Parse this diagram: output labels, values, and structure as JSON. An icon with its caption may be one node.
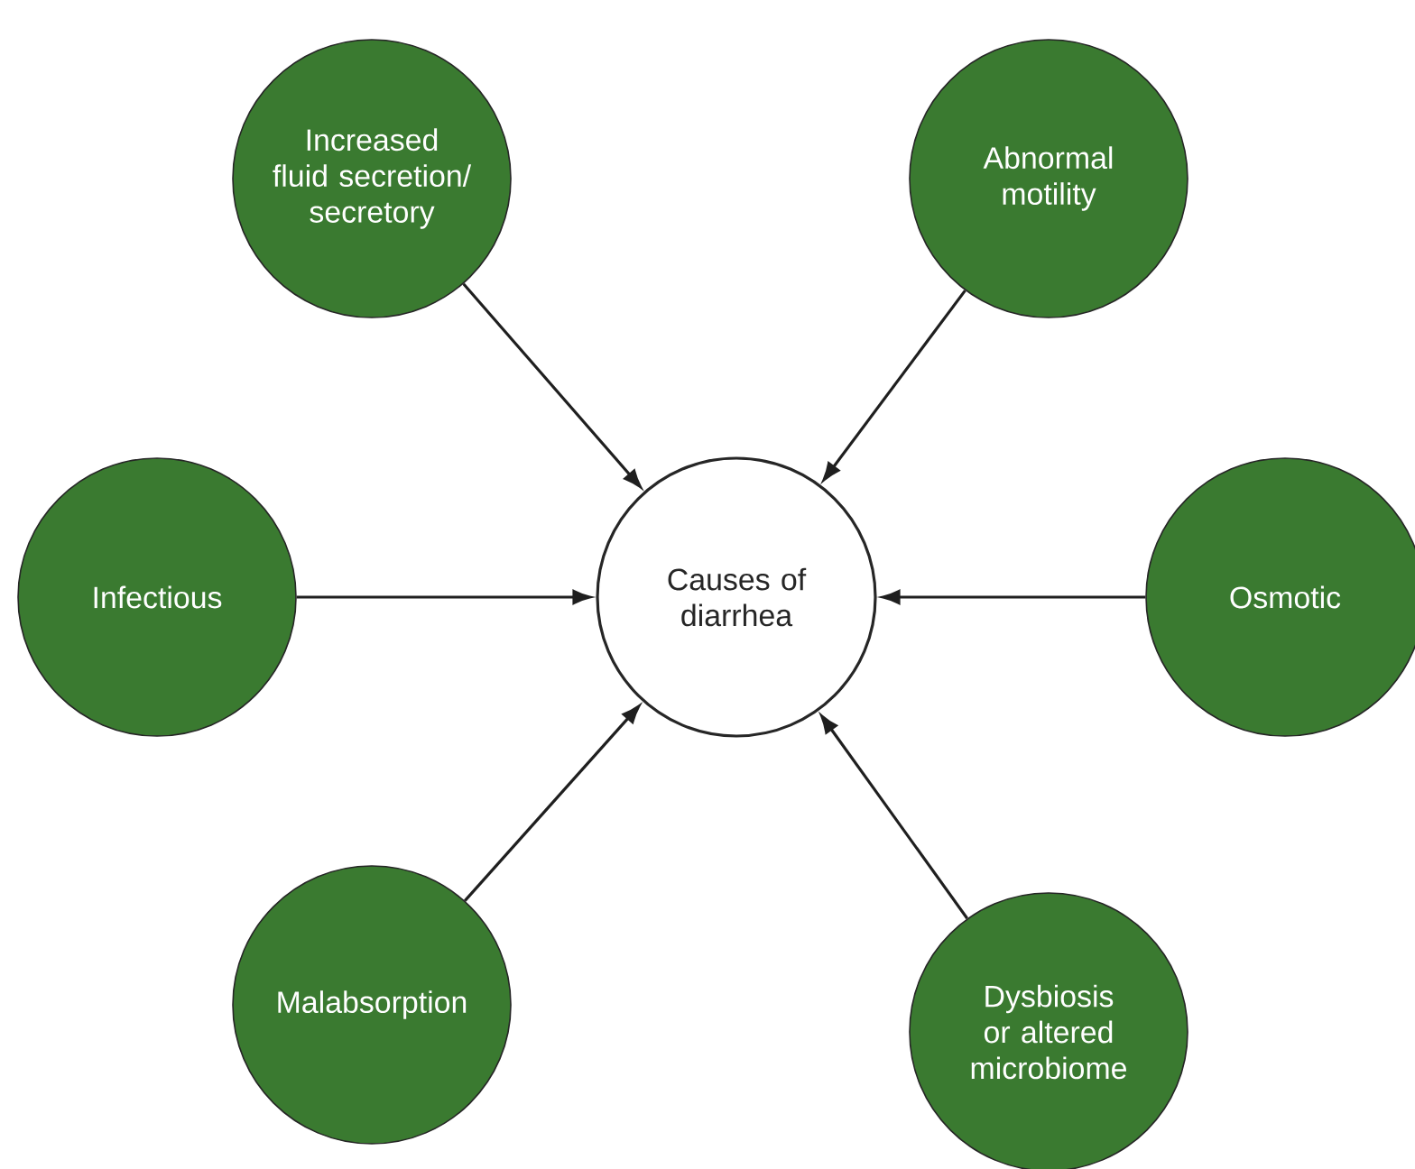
{
  "diagram": {
    "nodes": [
      {
        "text": [
          "Increased fluid secretion/ secretory"
        ]
      },
      {
        "text": [
          "Abnormal motility"
        ]
      },
      {
        "text": [
          "Infectious"
        ]
      },
      {
        "text": [
          "Causes of diarrhea"
        ]
      },
      {
        "text": [
          "Osmotic"
        ]
      },
      {
        "text": [
          "Malabsorption"
        ]
      },
      {
        "text": [
          "Dysbiosis or altered microbiome"
        ]
      }
    ],
    "edges": [
      {
        "from": 0,
        "to": 3,
        "arrow": "to"
      },
      {
        "from": 1,
        "to": 3,
        "arrow": "to"
      },
      {
        "from": 2,
        "to": 3,
        "arrow": "to"
      },
      {
        "from": 4,
        "to": 3,
        "arrow": "to"
      },
      {
        "from": 5,
        "to": 3,
        "arrow": "to"
      },
      {
        "from": 6,
        "to": 3,
        "arrow": "to"
      }
    ]
  }
}
